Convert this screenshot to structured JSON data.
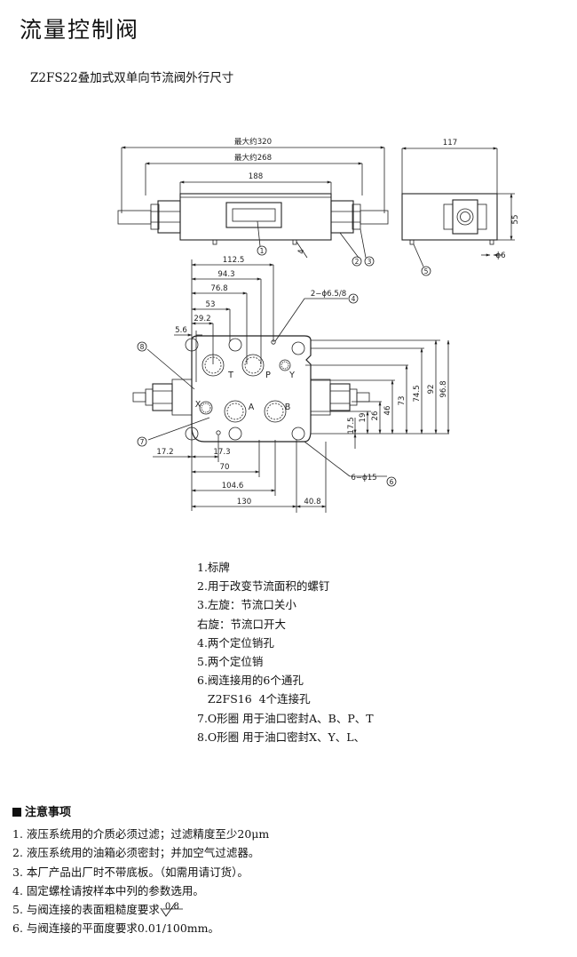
{
  "page": {
    "title": "流量控制阀",
    "subtitle": "Z2FS22叠加式双单向节流阀外行尺寸"
  },
  "drawing": {
    "dims": {
      "max320": "最大约320",
      "max268": "最大约268",
      "d188": "188",
      "d117": "117",
      "d55": "55",
      "d4": "4",
      "phi6": "ϕ6",
      "d112_5": "112.5",
      "d94_3": "94.3",
      "d76_8": "76.8",
      "d53": "53",
      "d29_2": "29.2",
      "d5_6": "5.6",
      "holes2": "2−ϕ6.5/8",
      "d17_2": "17.2",
      "d17_3": "17.3",
      "d70": "70",
      "d104_6": "104.6",
      "d130": "130",
      "d40_8": "40.8",
      "holes6": "6−ϕ15",
      "v17_5": "17.5",
      "v19": "19",
      "v26": "26",
      "v46": "46",
      "v73": "73",
      "v74_5": "74.5",
      "v92": "92",
      "v96_8": "96.8"
    },
    "ports": {
      "t": "T",
      "p": "P",
      "y": "Y",
      "x": "X",
      "a": "A",
      "b": "B"
    },
    "callouts": {
      "c1": "1",
      "c2": "2",
      "c3": "3",
      "c4": "4",
      "c5": "5",
      "c6": "6",
      "c7": "7",
      "c8": "8"
    }
  },
  "legend": [
    "1.标牌",
    "2.用于改变节流面积的螺钉",
    "3.左旋：节流口关小",
    "右旋：节流口开大",
    "4.两个定位销孔",
    "5.两个定位销",
    "6.阀连接用的6个通孔",
    "   Z2FS16  4个连接孔",
    "7.O形圈  用于油口密封A、B、P、T",
    "8.O形圈  用于油口密封X、Y、L、"
  ],
  "notes": {
    "heading": "注意事项",
    "items": [
      "1. 液压系统用的介质必须过滤；过滤精度至少20μm",
      "2. 液压系统用的油箱必须密封；并加空气过滤器。",
      "3. 本厂产品出厂时不带底板。（如需用请订货）。",
      "4. 固定螺栓请按样本中列的参数选用。",
      "5. 与阀连接的表面粗糙度要求",
      "6. 与阀连接的平面度要求0.01/100mm。"
    ],
    "roughness": "0.8"
  }
}
